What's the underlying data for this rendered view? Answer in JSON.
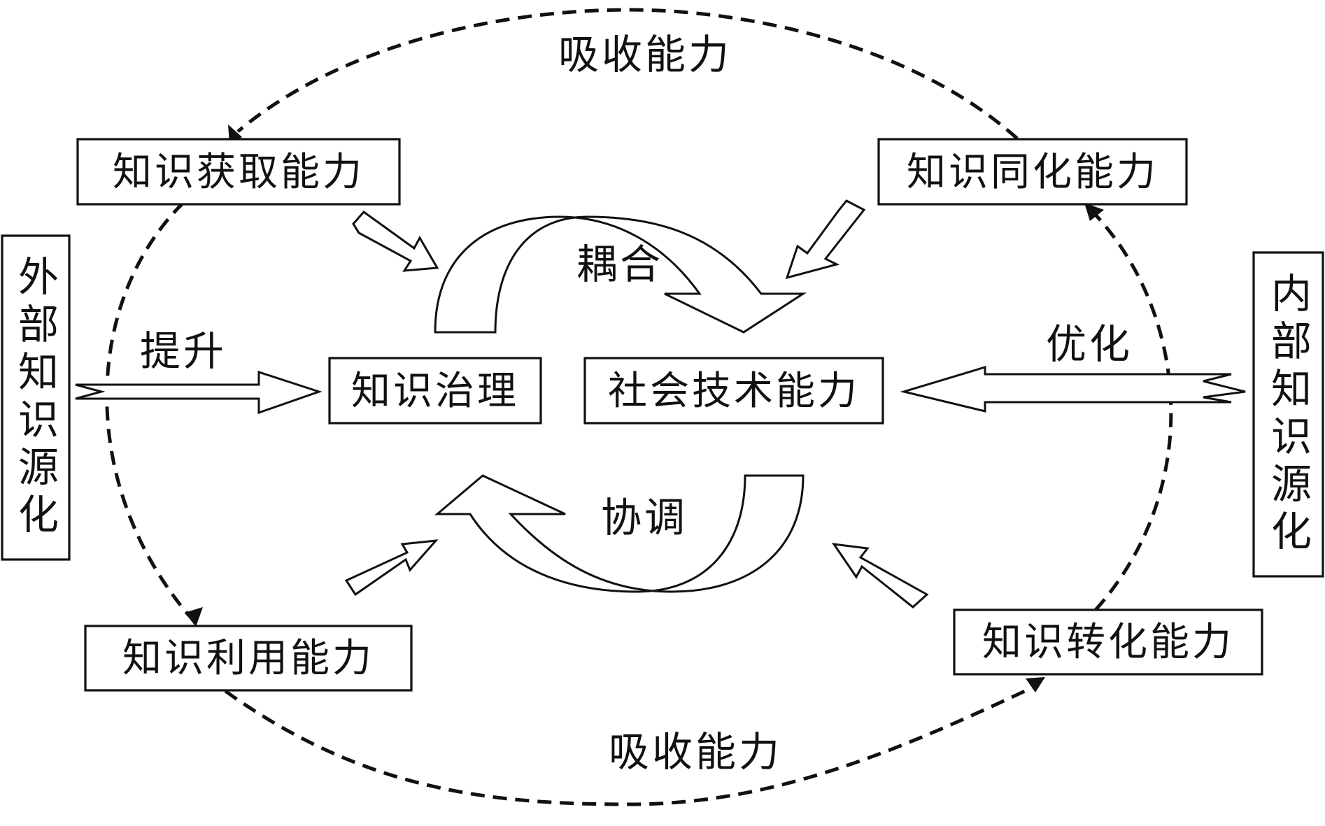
{
  "labels": {
    "absorb_top": "吸收能力",
    "absorb_bottom": "吸收能力",
    "coupling": "耦合",
    "coordination": "协调",
    "promote": "提升",
    "optimize": "优化"
  },
  "boxes": {
    "acquire": "知识获取能力",
    "assimilate": "知识同化能力",
    "utilize": "知识利用能力",
    "transform": "知识转化能力",
    "governance": "知识治理",
    "socio_tech": "社会技术能力",
    "external_source": "外部知识源化",
    "internal_source": "内部知识源化"
  }
}
